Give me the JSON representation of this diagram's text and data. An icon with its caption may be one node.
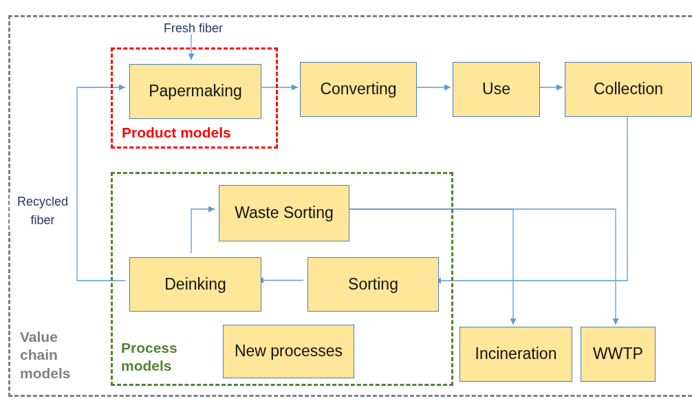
{
  "diagram": {
    "nodes": [
      {
        "text": [
          "Value chain models"
        ]
      },
      {
        "text": [
          "Product models"
        ],
        "in": 0
      },
      {
        "text": [
          "Papermaking"
        ],
        "in": 1
      },
      {
        "text": [
          "Converting"
        ],
        "in": 0
      },
      {
        "text": [
          "Use"
        ],
        "in": 0
      },
      {
        "text": [
          "Collection"
        ],
        "in": 0
      },
      {
        "text": [
          "Process models"
        ],
        "in": 0
      },
      {
        "text": [
          "Waste Sorting"
        ],
        "in": 6
      },
      {
        "text": [
          "Deinking"
        ],
        "in": 6
      },
      {
        "text": [
          "Sorting"
        ],
        "in": 6
      },
      {
        "text": [
          "New processes"
        ],
        "in": 6
      },
      {
        "text": [
          "Incineration"
        ],
        "in": 0
      },
      {
        "text": [
          "WWTP"
        ],
        "in": 0
      },
      {
        "text": [
          "Fresh fiber"
        ],
        "in": 0
      }
    ],
    "edges": [
      {
        "from": 13,
        "to": 2,
        "arrow": "to"
      },
      {
        "from": 2,
        "to": 3,
        "arrow": "to"
      },
      {
        "from": 3,
        "to": 4,
        "arrow": "to"
      },
      {
        "from": 4,
        "to": 5,
        "arrow": "to"
      },
      {
        "from": 5,
        "to": 9,
        "arrow": "to"
      },
      {
        "from": 9,
        "to": 8,
        "arrow": "to"
      },
      {
        "from": 8,
        "to": 2,
        "arrow": "to",
        "label": "Recycled fiber"
      },
      {
        "from": 8,
        "to": 7,
        "arrow": "to"
      },
      {
        "from": 7,
        "to": 11,
        "arrow": "to"
      },
      {
        "from": 7,
        "to": 12,
        "arrow": "to"
      }
    ]
  }
}
